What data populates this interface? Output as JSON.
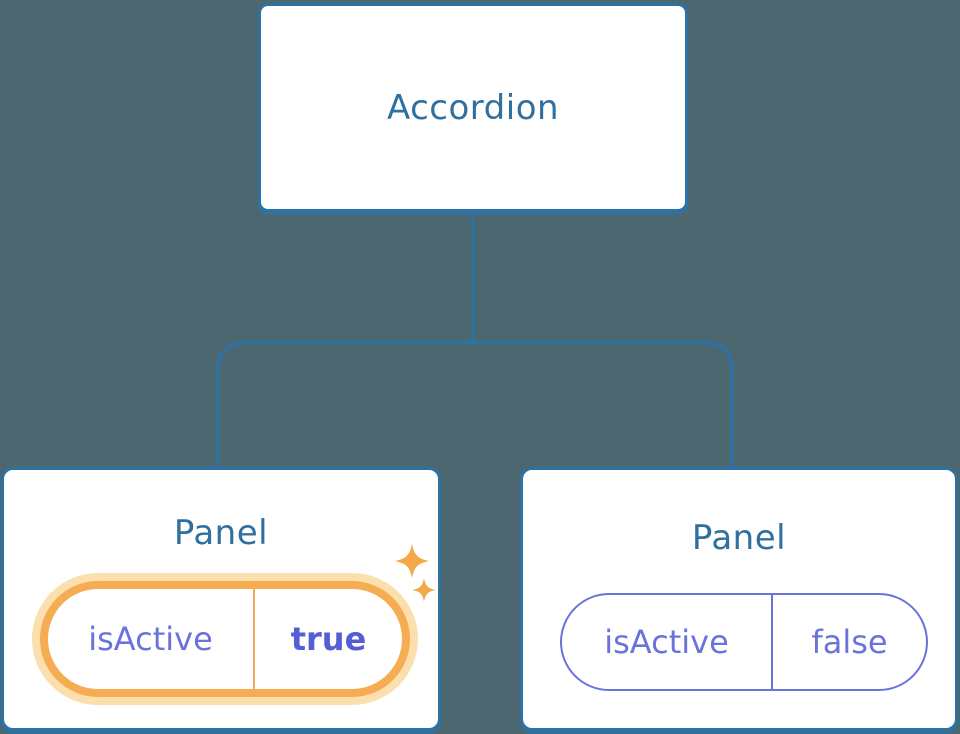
{
  "diagram": {
    "root": {
      "label": "Accordion"
    },
    "panels": [
      {
        "title": "Panel",
        "active": true,
        "prop": {
          "name": "isActive",
          "value": "true"
        }
      },
      {
        "title": "Panel",
        "active": false,
        "prop": {
          "name": "isActive",
          "value": "false"
        }
      }
    ],
    "colors": {
      "background": "#4D6770",
      "stroke_blue": "#2D72A3",
      "title_blue": "#30709F",
      "purple": "#6A73DC",
      "purple_bold": "#565ED6",
      "orange": "#F5AC52",
      "orange_glow": "#FBDFAD",
      "sparkle": "#F3A94A",
      "node_fill": "#FFFFFF"
    }
  }
}
